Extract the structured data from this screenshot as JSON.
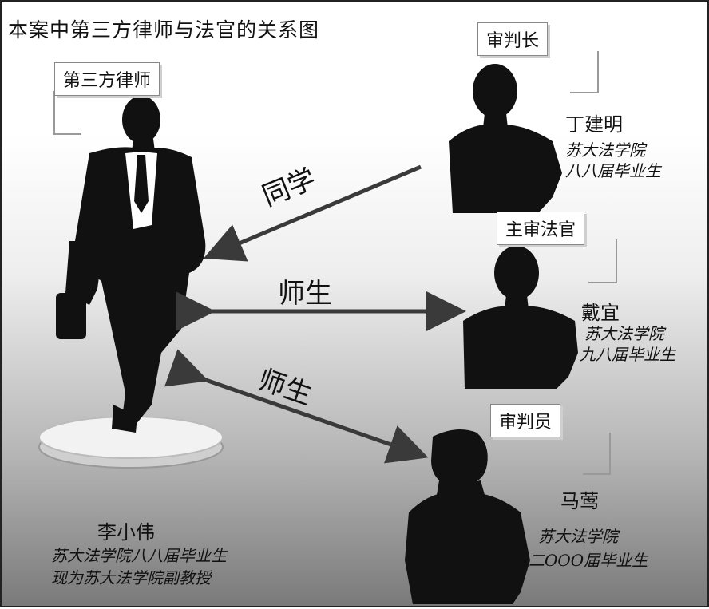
{
  "title": "本案中第三方律师与法官的关系图",
  "lawyer": {
    "role": "第三方律师",
    "name": "李小伟",
    "info": [
      "苏大法学院八八届毕业生",
      "现为苏大法学院副教授"
    ]
  },
  "judges": [
    {
      "role": "审判长",
      "name": "丁建明",
      "info": [
        "苏大法学院",
        "八八届毕业生"
      ]
    },
    {
      "role": "主审法官",
      "name": "戴宜",
      "info": [
        "苏大法学院",
        "九八届毕业生"
      ]
    },
    {
      "role": "审判员",
      "name": "马莺",
      "info": [
        "苏大法学院",
        "二OOO届毕业生"
      ]
    }
  ],
  "relations": [
    "同学",
    "师生",
    "师生"
  ],
  "colors": {
    "silhouette": "#111111",
    "arrow": "#3a3a3a",
    "shirt": "#ffffff"
  }
}
